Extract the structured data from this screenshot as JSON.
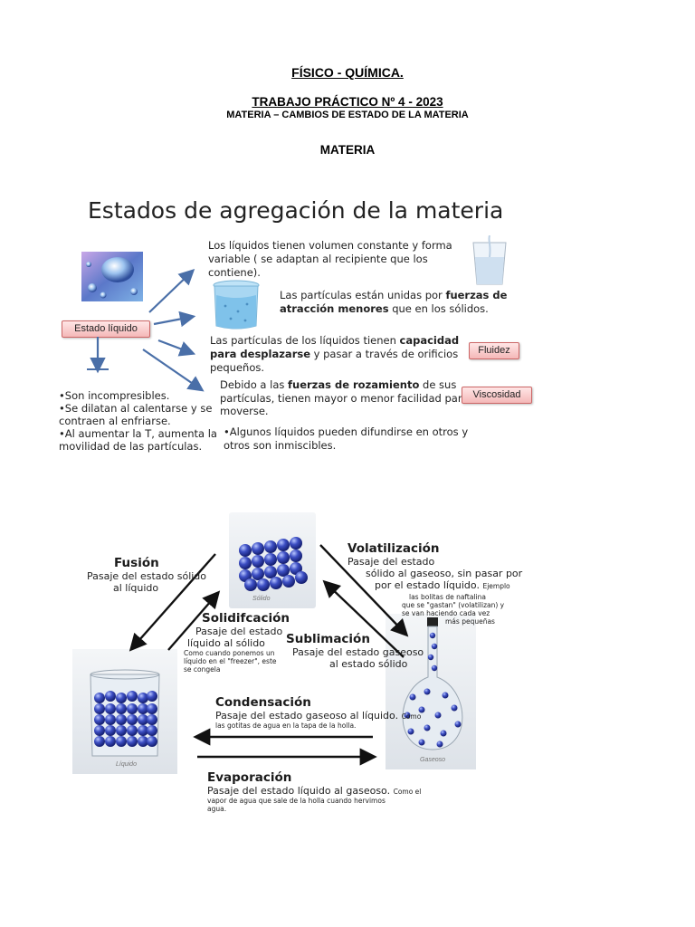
{
  "header": {
    "subject": "FÍSICO -  QUÍMICA.",
    "assignment": "TRABAJO PRÁCTICO Nº 4   -  2023",
    "topic": "MATERIA – CAMBIOS DE ESTADO DE  LA  MATERIA",
    "section": "MATERIA"
  },
  "figure1": {
    "title": "Estados de agregación de la materia",
    "state_label": "Estado líquido",
    "p1": [
      "Los líquidos tienen volumen constante y forma",
      "variable ( se adaptan al recipiente que los",
      "contiene)."
    ],
    "p2a": [
      "Las partículas están unidas por ",
      "fuerzas de"
    ],
    "p2b": [
      "atracción menores",
      " que en los sólidos."
    ],
    "p3a": "Las partículas de los líquidos tienen ",
    "p3b": "capacidad",
    "p3c": "para desplazarse",
    "p3d": " y pasar a través de orificios",
    "p3e": "pequeños.",
    "tag_fluidez": "Fluidez",
    "p4a": "Debido a las ",
    "p4b": "fuerzas de rozamiento",
    "p4c": " de sus",
    "p4d": "partículas, tienen mayor o menor facilidad para",
    "p4e": "moverse.",
    "tag_viscosidad": "Viscosidad",
    "left_list": [
      "•Son incompresibles.",
      "•Se dilatan al calentarse y se",
      "contraen al enfriarse.",
      "•Al aumentar la T, aumenta la",
      "movilidad de las partículas."
    ],
    "p5": [
      "•Algunos líquidos pueden difundirse en otros y",
      "otros son inmiscibles."
    ]
  },
  "figure2": {
    "solid_caption": "Sólido",
    "liquid_caption": "Líquido",
    "gas_caption": "Gaseoso",
    "fusion": {
      "name": "Fusión",
      "desc": [
        "Pasaje del estado sólido",
        "al líquido"
      ]
    },
    "volatilizacion": {
      "name": "Volatilización",
      "desc": [
        "Pasaje del estado",
        "sólido al gaseoso, sin pasar por",
        "por el estado líquido."
      ],
      "example_inline": "Ejemplo",
      "example": [
        "las bolitas de naftalina",
        "que se \"gastan\" (volatilizan) y",
        "se van  haciendo cada vez",
        "más pequeñas"
      ]
    },
    "solidificacion": {
      "name": "Solidifcación",
      "desc": [
        "Pasaje del estado",
        "líquido al sólido"
      ],
      "example": [
        "Como cuando ponemos un",
        "líquido en el \"freezer\", este",
        "se congela"
      ]
    },
    "sublimacion": {
      "name": "Sublimación",
      "desc": [
        "Pasaje del estado gaseoso",
        "al estado sólido"
      ]
    },
    "condensacion": {
      "name": "Condensación",
      "desc": "Pasaje del estado gaseoso al líquido.",
      "example_inline": "Como",
      "example": "las gotitas de agua en la tapa de la holla."
    },
    "evaporacion": {
      "name": "Evaporación",
      "desc": "Pasaje del estado líquido al gaseoso.",
      "example_inline": "Como el",
      "example": [
        "vapor de agua que sale de la holla cuando hervimos",
        "agua."
      ]
    }
  }
}
